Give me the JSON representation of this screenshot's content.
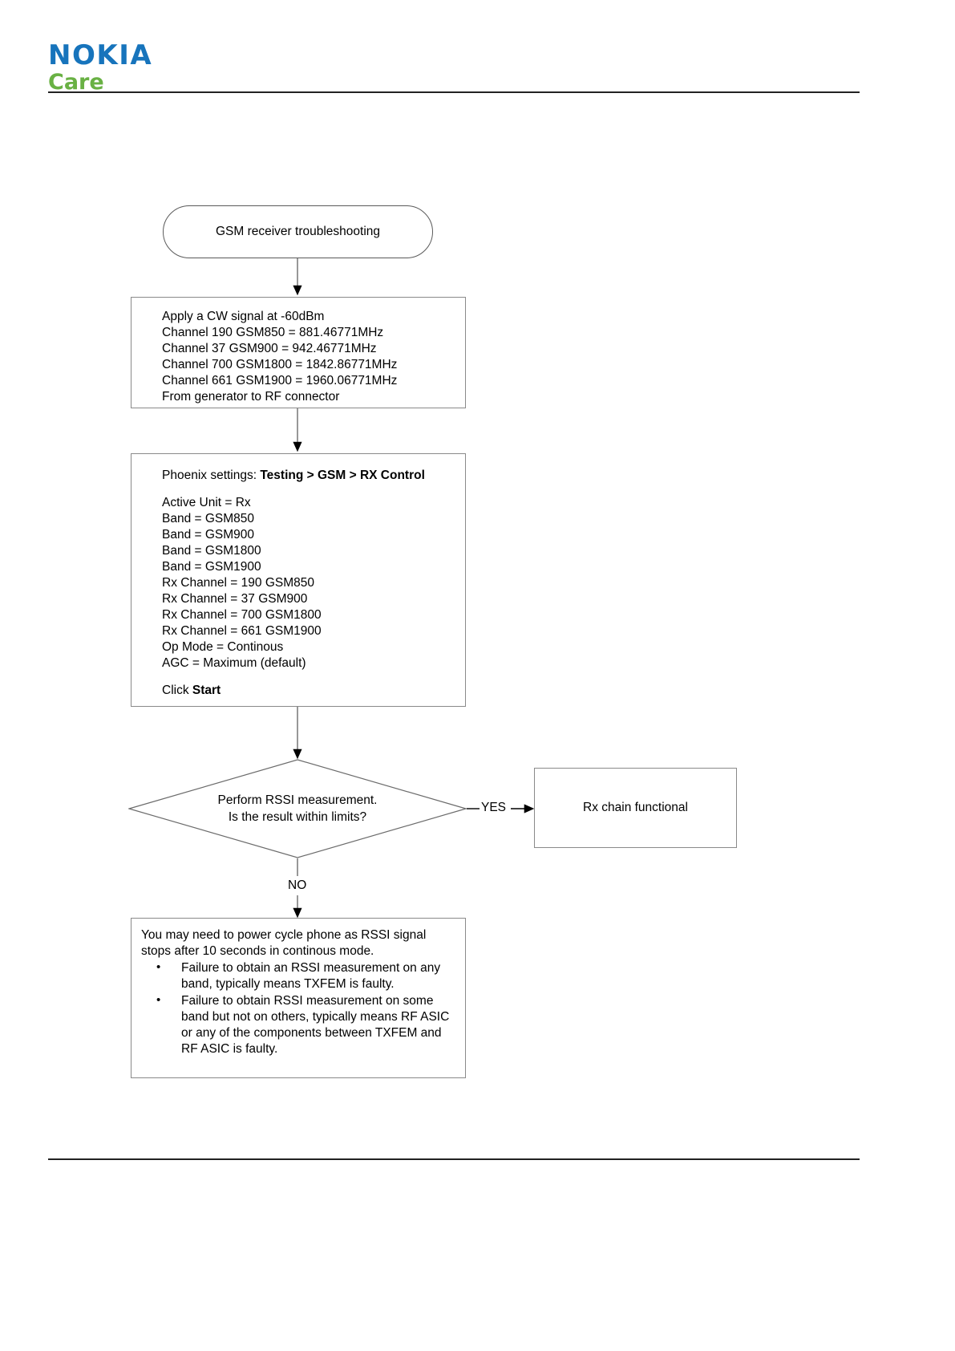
{
  "brand": {
    "name": "NOKIA",
    "sub": "Care",
    "blue": "#1774BC",
    "green": "#69B144"
  },
  "chart_data": {
    "type": "diagram",
    "diagram_kind": "flowchart",
    "title": "GSM receiver troubleshooting",
    "nodes": [
      {
        "id": "start",
        "shape": "terminator",
        "text": "GSM receiver troubleshooting"
      },
      {
        "id": "signal",
        "shape": "process",
        "text": "Apply a CW signal at -60dBm / Channel 190 GSM850 = 881.46771MHz / Channel 37 GSM900 = 942.46771MHz / Channel 700 GSM1800 = 1842.86771MHz / Channel 661 GSM1900 = 1960.06771MHz / From generator to RF connector"
      },
      {
        "id": "phoenix",
        "shape": "process",
        "text": "Phoenix settings: Testing > GSM > RX Control"
      },
      {
        "id": "decision",
        "shape": "diamond",
        "text": "Perform RSSI measurement. Is the result within limits?"
      },
      {
        "id": "rxok",
        "shape": "process",
        "text": "Rx chain functional"
      },
      {
        "id": "note",
        "shape": "process",
        "text": "You may need to power cycle phone as RSSI signal stops after 10 seconds in continous mode."
      }
    ],
    "edges": [
      {
        "from": "start",
        "to": "signal",
        "label": ""
      },
      {
        "from": "signal",
        "to": "phoenix",
        "label": ""
      },
      {
        "from": "phoenix",
        "to": "decision",
        "label": ""
      },
      {
        "from": "decision",
        "to": "rxok",
        "label": "YES"
      },
      {
        "from": "decision",
        "to": "note",
        "label": "NO"
      }
    ]
  },
  "flow": {
    "start": {
      "label": "GSM receiver troubleshooting"
    },
    "signal_box": {
      "lines": [
        "Apply a CW signal at -60dBm",
        "Channel 190 GSM850 = 881.46771MHz",
        "Channel 37 GSM900 = 942.46771MHz",
        "Channel 700 GSM1800 = 1842.86771MHz",
        "Channel 661 GSM1900 = 1960.06771MHz",
        "From generator to RF connector"
      ]
    },
    "phoenix_box": {
      "heading_prefix": "Phoenix settings: ",
      "heading_path": "Testing > GSM > RX Control",
      "settings": [
        "Active Unit = Rx",
        "Band = GSM850",
        "Band = GSM900",
        "Band = GSM1800",
        "Band = GSM1900",
        "Rx Channel = 190 GSM850",
        "Rx Channel = 37 GSM900",
        "Rx Channel = 700 GSM1800",
        "Rx Channel = 661 GSM1900",
        "Op Mode = Continous",
        "AGC = Maximum (default)"
      ],
      "action_prefix": "Click ",
      "action_button": "Start"
    },
    "decision": {
      "line1": "Perform RSSI measurement.",
      "line2": "Is the result within limits?"
    },
    "yes_label": "YES",
    "no_label": "NO",
    "rx_ok": {
      "label": "Rx chain functional"
    },
    "note_box": {
      "intro_line1": "You may need to power cycle phone as RSSI signal",
      "intro_line2": "stops after 10 seconds in continous mode.",
      "bullet_char": "•",
      "bullets": [
        "Failure to obtain an RSSI measurement on any band, typically means TXFEM is faulty.",
        "Failure to obtain RSSI measurement on some band but not on others, typically means RF ASIC or any of the components between TXFEM and RF ASIC is faulty."
      ]
    }
  }
}
